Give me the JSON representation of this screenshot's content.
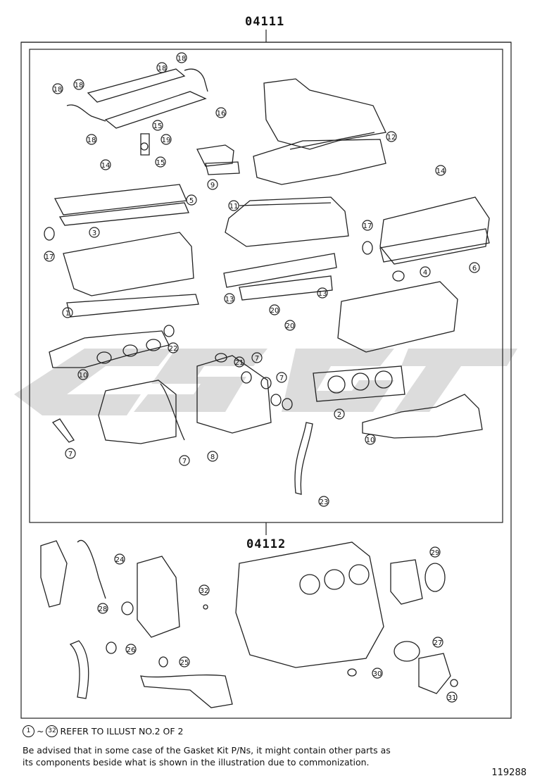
{
  "kits": [
    {
      "code": "04111"
    },
    {
      "code": "04112"
    }
  ],
  "watermark": {
    "text": "CSG",
    "color": "#d9d9d9"
  },
  "callouts": {
    "c1": "1",
    "c2": "2",
    "c3": "3",
    "c4": "4",
    "c5": "5",
    "c6": "6",
    "c7a": "7",
    "c7b": "7",
    "c7c": "7",
    "c7d": "7",
    "c8": "8",
    "c9": "9",
    "c10a": "10",
    "c10b": "10",
    "c11": "11",
    "c12": "12",
    "c13a": "13",
    "c13b": "13",
    "c14a": "14",
    "c14b": "14",
    "c15a": "15",
    "c15b": "15",
    "c16": "16",
    "c17a": "17",
    "c17b": "17",
    "c18a": "18",
    "c18b": "18",
    "c18c": "18",
    "c18d": "18",
    "c18e": "18",
    "c19": "19",
    "c20a": "20",
    "c20b": "20",
    "c21": "21",
    "c22": "22",
    "c23": "23",
    "c24": "24",
    "c25": "25",
    "c26": "26",
    "c27": "27",
    "c28": "28",
    "c29": "29",
    "c30": "30",
    "c31": "31",
    "c32": "32"
  },
  "footer": {
    "ref_from": "1",
    "ref_tilde": "~",
    "ref_to": "32",
    "ref_text": "REFER TO ILLUST NO.2 OF 2",
    "advice_line1": "Be advised that in some case of the Gasket Kit P/Ns,  it might contain other parts as",
    "advice_line2": "its components beside what is shown in the illustration due to commonization.",
    "drawing_number": "119288"
  }
}
